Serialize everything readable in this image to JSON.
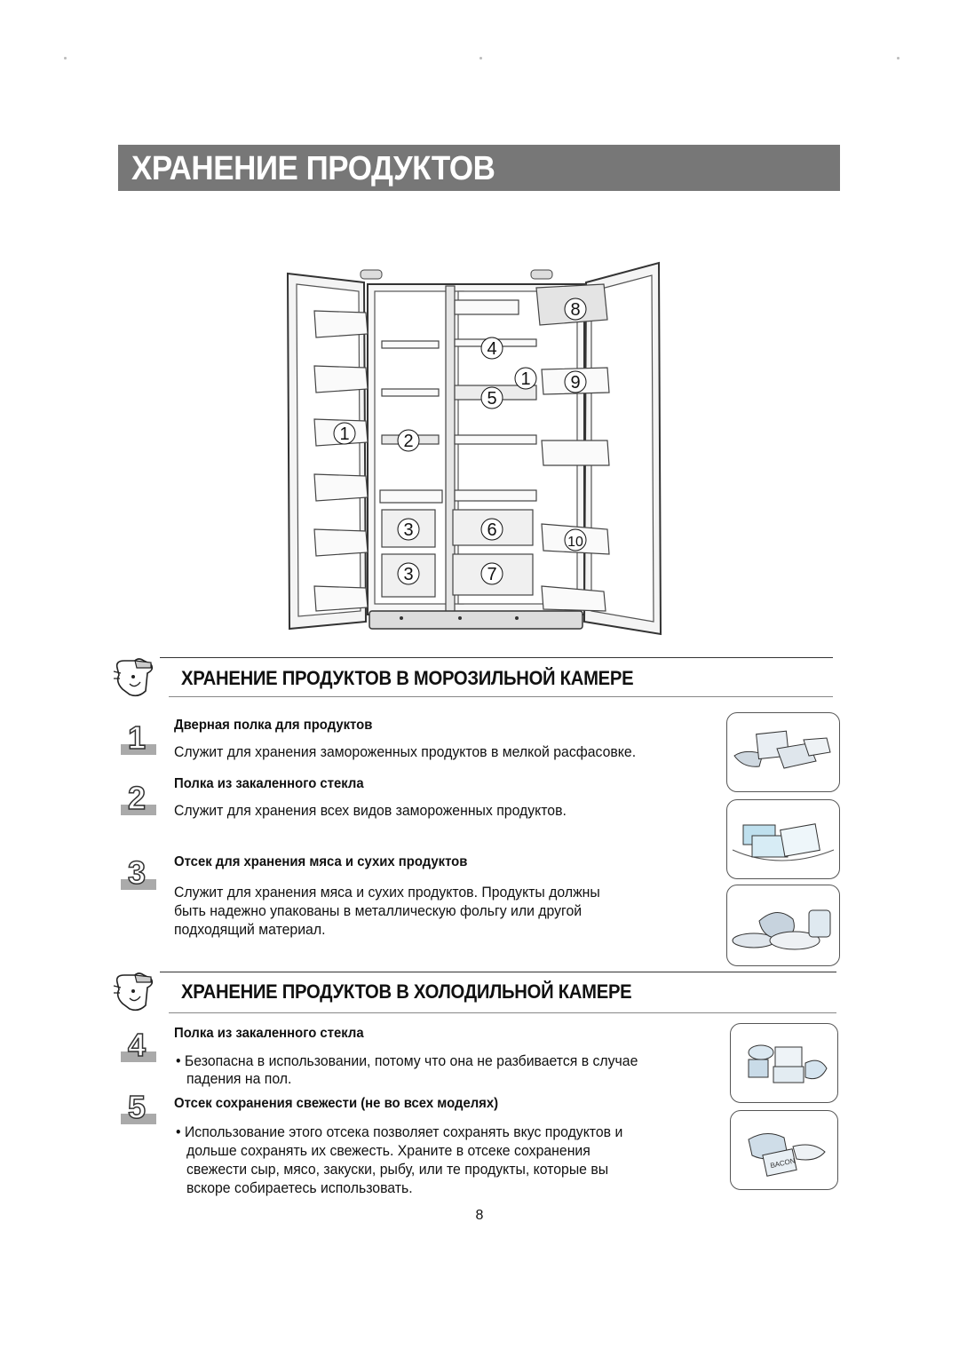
{
  "page": {
    "title": "ХРАНЕНИЕ ПРОДУКТОВ",
    "page_number": "8"
  },
  "diagram": {
    "callouts": [
      "8",
      "4",
      "1",
      "9",
      "5",
      "1",
      "2",
      "3",
      "6",
      "10",
      "3",
      "7"
    ]
  },
  "freezer": {
    "heading": "ХРАНЕНИЕ ПРОДУКТОВ В МОРОЗИЛЬНОЙ КАМЕРЕ",
    "items": [
      {
        "number": "1",
        "title": "Дверная полка для продуктов",
        "lines": [
          "Служит для хранения замороженных продуктов в мелкой расфасовке."
        ]
      },
      {
        "number": "2",
        "title": "Полка из закаленного стекла",
        "lines": [
          "Служит для хранения всех видов замороженных продуктов."
        ]
      },
      {
        "number": "3",
        "title": "Отсек для хранения мяса и сухих продуктов",
        "lines": [
          "Служит для хранения мяса и сухих продуктов. Продукты должны",
          "быть надежно упакованы в металлическую фольгу или другой",
          "подходящий материал."
        ]
      }
    ]
  },
  "fridge": {
    "heading": "ХРАНЕНИЕ ПРОДУКТОВ В ХОЛОДИЛЬНОЙ КАМЕРЕ",
    "items": [
      {
        "number": "4",
        "title": "Полка из закаленного стекла",
        "lines": [
          "• Безопасна в использовании, потому что она не разбивается в случае",
          "падения на пол."
        ]
      },
      {
        "number": "5",
        "title": "Отсек сохранения свежести (не во всех моделях)",
        "lines": [
          "• Использование этого отсека позволяет сохранять вкус продуктов и",
          "дольше сохранять их свежесть. Храните в отсеке сохранения",
          "свежести сыр, мясо, закуски, рыбу, или те продукты, которые вы",
          "вскоре собираетесь использовать."
        ]
      }
    ]
  },
  "thumbnails": {
    "bacon_label": "BACON"
  }
}
